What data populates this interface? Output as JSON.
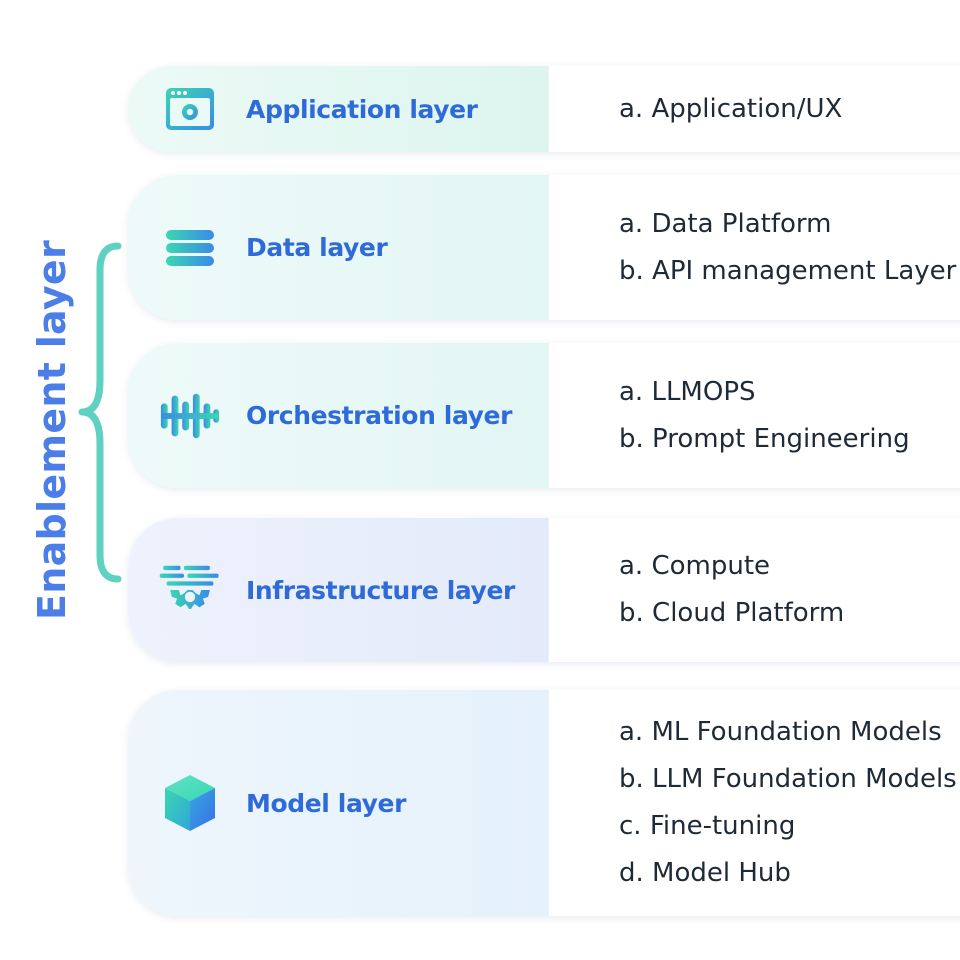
{
  "side_label": "Enablement layer",
  "colors": {
    "brace": "#5fd1c0",
    "label": "#4b7ee6",
    "layer_title": "#2f6bd8",
    "item_text": "#1f2a37"
  },
  "layers": [
    {
      "name": "Application layer",
      "icon": "app-window-gear-icon",
      "items": [
        "a. Application/UX"
      ]
    },
    {
      "name": "Data layer",
      "icon": "database-stack-icon",
      "items": [
        "a. Data Platform",
        "b. API management Layer"
      ]
    },
    {
      "name": "Orchestration layer",
      "icon": "orchestration-waves-icon",
      "items": [
        "a. LLMOPS",
        "b. Prompt Engineering"
      ]
    },
    {
      "name": "Infrastructure layer",
      "icon": "infrastructure-gear-icon",
      "items": [
        "a. Compute",
        "b. Cloud Platform"
      ]
    },
    {
      "name": "Model layer",
      "icon": "cube-icon",
      "items": [
        "a. ML Foundation Models",
        "b. LLM Foundation Models",
        "c. Fine-tuning",
        "d. Model Hub"
      ]
    }
  ]
}
